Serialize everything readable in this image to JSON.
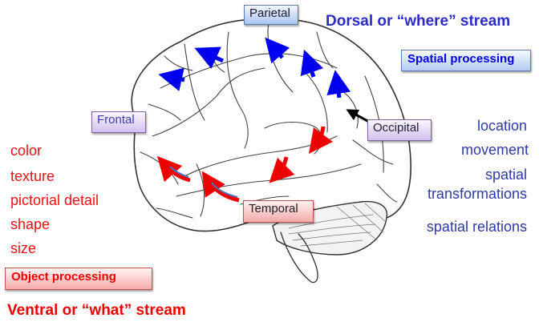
{
  "colors": {
    "dorsal_blue": "#2b2bc8",
    "ventral_red": "#ee0000",
    "feature_blue": "#2e3aa8",
    "feature_red": "#ee1111",
    "arrow_blue": "#0000ee",
    "arrow_red": "#ee0000",
    "pointer_black": "#000000"
  },
  "lobes": {
    "parietal": "Parietal",
    "frontal": "Frontal",
    "occipital": "Occipital",
    "temporal": "Temporal"
  },
  "dorsal": {
    "title": "Dorsal or “where” stream",
    "processing": "Spatial processing",
    "features": [
      "location",
      "movement",
      "spatial",
      "transformations",
      "spatial relations"
    ]
  },
  "ventral": {
    "title": "Ventral or “what” stream",
    "processing": "Object processing",
    "features": [
      "color",
      "texture",
      "pictorial detail",
      "shape",
      "size"
    ]
  },
  "icons": {
    "brain": "brain-illustration",
    "dorsal_arrows": "blue-arrow",
    "ventral_arrows": "red-arrow",
    "occipital_pointer": "black-arrow"
  }
}
